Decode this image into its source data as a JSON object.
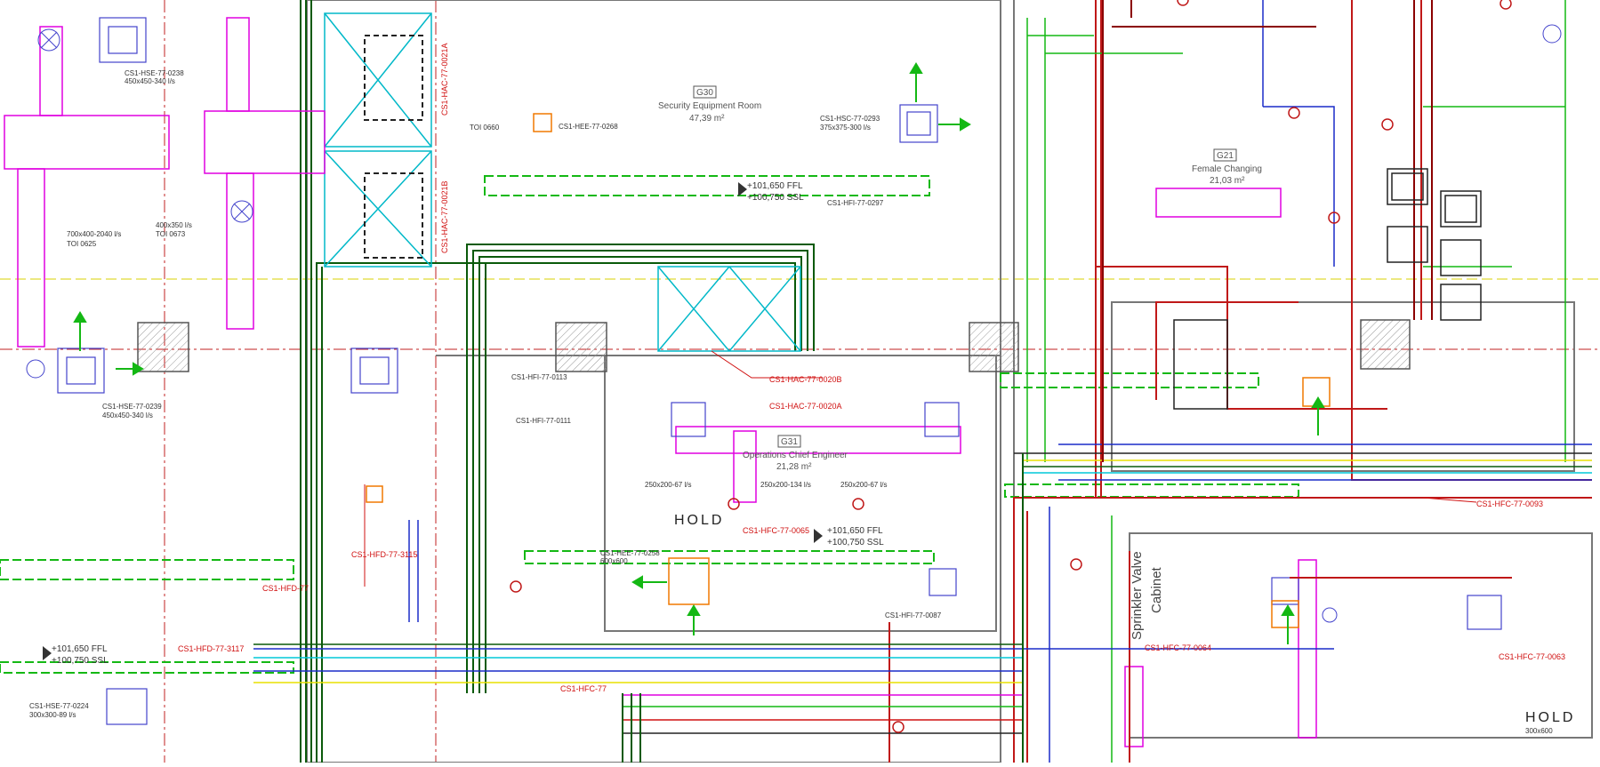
{
  "rooms": {
    "g30_code": "G30",
    "g30_name": "Security Equipment Room",
    "g30_area": "47,39 m²",
    "g31_code": "G31",
    "g31_name": "Operations Chief Engineer",
    "g31_area": "21,28 m²",
    "g21_code": "G21",
    "g21_name": "Female Changing",
    "g21_area": "21,03 m²"
  },
  "levels": {
    "ffl": "+101,650 FFL",
    "ssl": "+100,750 SSL"
  },
  "notes": {
    "hold_center": "HOLD",
    "hold_right": "HOLD",
    "sprinkler": "Sprinkler Valve",
    "cabinet": "Cabinet"
  },
  "tags": {
    "hac_0021a": "CS1-HAC-77-0021A",
    "hac_0021b": "CS1-HAC-77-0021B",
    "hac_0020b": "CS1-HAC-77-0020B",
    "hac_0020a": "CS1-HAC-77-0020A",
    "hfd_3115": "CS1-HFD-77-3115",
    "hfc_0065": "CS1-HFC-77-0065",
    "hfc_0064": "CS1-HFC-77-0064",
    "hfc_0063": "CS1-HFC-77-0063",
    "hfc_0093": "CS1-HFC-77-0093",
    "hfd_3117": "CS1-HFD-77-3117",
    "hfd_077": "CS1-HFD-77",
    "hfc_077": "CS1-HFC-77"
  },
  "ducts": {
    "d1": "CS1-HSE-77-0238",
    "d1_size": "450x450-340 l/s",
    "d2": "CS1-HSE-77-0239",
    "d2_size": "450x450-340 l/s",
    "d3": "CS1-HEE-77-0268",
    "d4": "CS1-HSC-77-0293",
    "d4_size": "375x375-300 l/s",
    "d5": "CS1-HFI-77-0297",
    "d6": "CS1-HEE-77-0258",
    "d6_size": "600x600",
    "d7": "CS1-HSE-77-0224",
    "d7_size": "300x300-89 l/s",
    "d8": "CS1-HFI-77-0087",
    "d9": "CS1-HFI-77-0113",
    "d10": "CS1-HFI-77-0111"
  },
  "sizes": {
    "s1": "250x200-67 l/s",
    "s2": "250x200-134 l/s",
    "s3": "250x200-67 l/s",
    "s4": "300x600",
    "s5": "400x350 l/s",
    "s6": "700x400-2040 l/s"
  },
  "toi": {
    "t1": "TOI 0625",
    "t2": "TOI 0673",
    "t3": "TOI 0660"
  },
  "colors": {
    "green": "#14b814",
    "magenta": "#e000e0",
    "red": "#d01010",
    "darkred": "#8b0000",
    "blue": "#1a2cc8",
    "cyan": "#00c8d8",
    "yellow": "#e8e000",
    "orange": "#f07800",
    "darkgreen": "#0a5a0a"
  }
}
